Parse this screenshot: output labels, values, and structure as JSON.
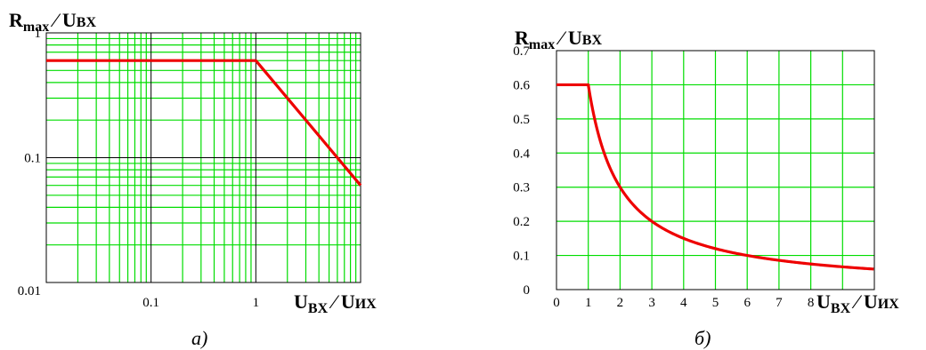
{
  "chart_data": [
    {
      "type": "line",
      "ylabel": {
        "main": "R",
        "sub": "max",
        "slash": "⁄",
        "main2": "U",
        "sub2": "BX"
      },
      "xlabel": {
        "main": "U",
        "sub": "BX",
        "slash": "⁄",
        "main2": "U",
        "sub2": "ИХ"
      },
      "caption": "a)",
      "x_scale": "log",
      "y_scale": "log",
      "xlim": [
        0.01,
        10
      ],
      "ylim": [
        0.01,
        1
      ],
      "x_tick_labels": [
        "0.1",
        "1"
      ],
      "x_tick_values": [
        0.1,
        1
      ],
      "y_tick_labels": [
        "0.01",
        "0.1",
        "1"
      ],
      "y_tick_values": [
        0.01,
        0.1,
        1
      ],
      "grid": true,
      "grid_color": "#00dd00",
      "line_color": "#ee0000",
      "series": [
        {
          "x": [
            0.01,
            1,
            2,
            5,
            10
          ],
          "y": [
            0.6,
            0.6,
            0.3,
            0.12,
            0.06
          ]
        }
      ]
    },
    {
      "type": "line",
      "ylabel": {
        "main": "R",
        "sub": "max",
        "slash": "⁄",
        "main2": "U",
        "sub2": "BX"
      },
      "xlabel": {
        "main": "U",
        "sub": "BX",
        "slash": "⁄",
        "main2": "U",
        "sub2": "ИХ"
      },
      "caption": "б)",
      "x_scale": "linear",
      "y_scale": "linear",
      "xlim": [
        0,
        10
      ],
      "ylim": [
        0,
        0.7
      ],
      "x_tick_labels": [
        "0",
        "1",
        "2",
        "3",
        "4",
        "5",
        "6",
        "7",
        "8"
      ],
      "x_tick_values": [
        0,
        1,
        2,
        3,
        4,
        5,
        6,
        7,
        8
      ],
      "y_tick_labels": [
        "0",
        "0.1",
        "0.2",
        "0.3",
        "0.4",
        "0.5",
        "0.6",
        "0.7"
      ],
      "y_tick_values": [
        0,
        0.1,
        0.2,
        0.3,
        0.4,
        0.5,
        0.6,
        0.7
      ],
      "grid": true,
      "grid_color": "#00dd00",
      "line_color": "#ee0000",
      "series": [
        {
          "x": [
            0,
            1,
            1.5,
            2,
            2.5,
            3,
            4,
            5,
            6,
            7,
            8,
            9,
            10
          ],
          "y": [
            0.6,
            0.6,
            0.4,
            0.3,
            0.24,
            0.2,
            0.15,
            0.12,
            0.1,
            0.0857,
            0.075,
            0.0667,
            0.06
          ]
        }
      ]
    }
  ]
}
